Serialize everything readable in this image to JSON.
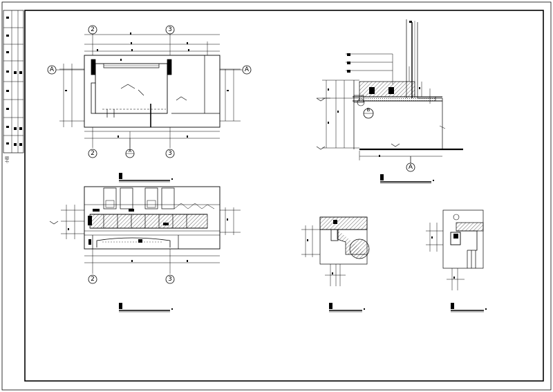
{
  "drawing": {
    "title_block": {
      "vertical_note": "小图"
    },
    "grid_axes": {
      "axis_2": "2",
      "axis_3": "3",
      "axis_A": "A",
      "axis_B": "B"
    },
    "views": [
      {
        "id": "plan",
        "caption": ""
      },
      {
        "id": "section",
        "caption": ""
      },
      {
        "id": "elevation",
        "caption": ""
      },
      {
        "id": "detail-1",
        "caption": ""
      },
      {
        "id": "detail-2",
        "caption": ""
      }
    ]
  }
}
